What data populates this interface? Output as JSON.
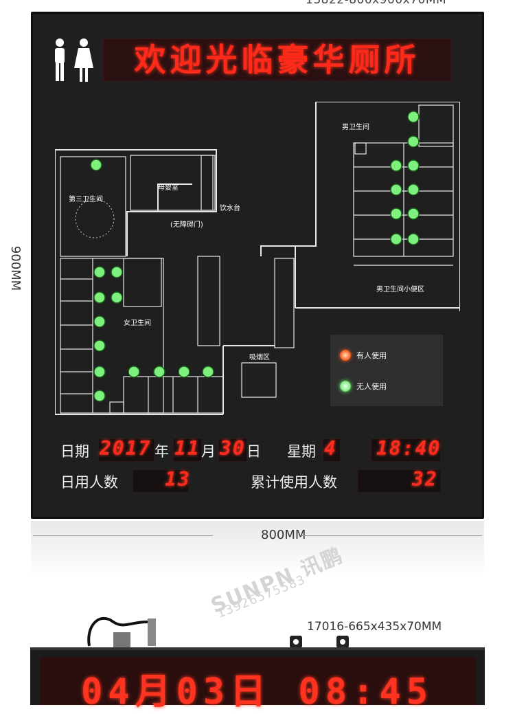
{
  "top_caption": "13822-800x900x70MM",
  "ticker_text": "欢迎光临豪华厕所",
  "rooms": {
    "male_wc": "男卫生间",
    "third_wc": "第三卫生间",
    "baby_room": "母婴室",
    "water_station": "饮水台",
    "barrier_free_door": "(无障碍门)",
    "female_wc": "女卫生间",
    "smoking_area": "吸烟区",
    "male_urinal": "男卫生间小便区"
  },
  "legend": {
    "occupied": "有人使用",
    "vacant": "无人使用",
    "occupied_color": "#ff6a2a",
    "vacant_color": "#7df07d"
  },
  "info": {
    "date_label": "日期",
    "year": "2017",
    "year_unit": "年",
    "month": "11",
    "month_unit": "月",
    "day": "30",
    "day_unit": "日",
    "weekday_label": "星期",
    "weekday": "4",
    "time": "18:40",
    "daily_label": "日用人数",
    "daily_count": "13",
    "total_label": "累计使用人数",
    "total_count": "32"
  },
  "dimensions": {
    "height": "900MM",
    "width": "800MM"
  },
  "watermark": {
    "brand": "SUNPN 讯鹏",
    "phone": "13926575583"
  },
  "bottom_caption": "17016-665x435x70MM",
  "second_display": "04月03日 08:45"
}
